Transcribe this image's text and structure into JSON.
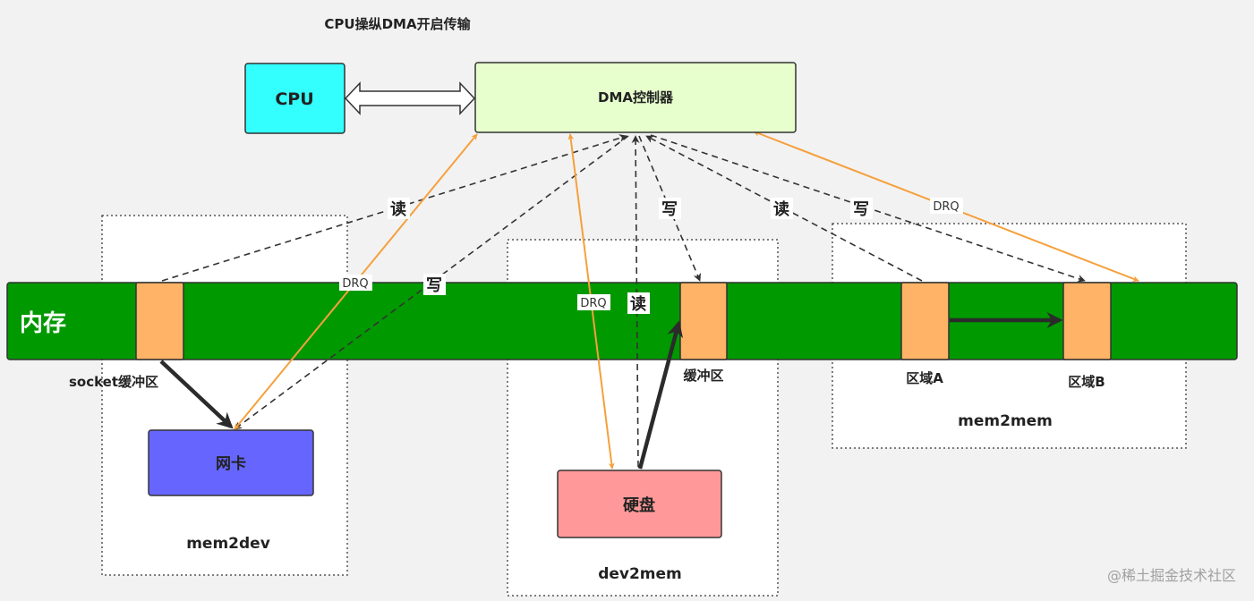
{
  "title": "CPU操纵DMA开启传输",
  "nodes": {
    "cpu": "CPU",
    "dma": "DMA控制器",
    "memory": "内存",
    "nic": "网卡",
    "disk": "硬盘"
  },
  "buffers": {
    "socket": "socket缓冲区",
    "buffer": "缓冲区",
    "region_a": "区域A",
    "region_b": "区域B"
  },
  "groups": {
    "mem2dev": "mem2dev",
    "dev2mem": "dev2mem",
    "mem2mem": "mem2mem"
  },
  "edge_labels": {
    "read": "读",
    "write": "写",
    "drq": "DRQ"
  },
  "watermark": "@稀土掘金技术社区",
  "colors": {
    "background": "#f2f2f2",
    "cpu": "#33ffff",
    "dma": "#e6ffcc",
    "memory": "#009900",
    "buffer": "#ffb366",
    "nic": "#6666ff",
    "disk": "#ff9999",
    "drq_line": "#f5a03c"
  }
}
